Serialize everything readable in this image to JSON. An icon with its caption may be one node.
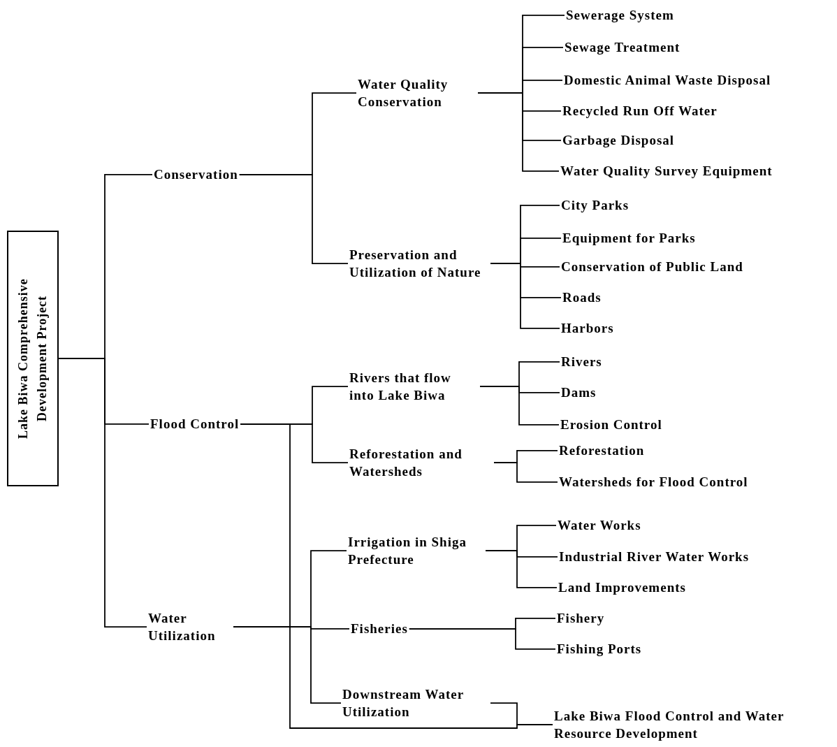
{
  "diagram": {
    "nodes": [
      {
        "text": [
          "Lake Biwa Comprehensive Development Project"
        ]
      },
      {
        "text": [
          "Conservation"
        ]
      },
      {
        "text": [
          "Water Quality Conservation"
        ]
      },
      {
        "text": [
          "Sewerage System"
        ]
      },
      {
        "text": [
          "Sewage Treatment"
        ]
      },
      {
        "text": [
          "Domestic Animal Waste Disposal"
        ]
      },
      {
        "text": [
          "Recycled Run Off Water"
        ]
      },
      {
        "text": [
          "Garbage Disposal"
        ]
      },
      {
        "text": [
          "Water Quality Survey Equipment"
        ]
      },
      {
        "text": [
          "Preservation and Utilization of Nature"
        ]
      },
      {
        "text": [
          "City Parks"
        ]
      },
      {
        "text": [
          "Equipment for Parks"
        ]
      },
      {
        "text": [
          "Conservation of Public Land"
        ]
      },
      {
        "text": [
          "Roads"
        ]
      },
      {
        "text": [
          "Harbors"
        ]
      },
      {
        "text": [
          "Flood Control"
        ]
      },
      {
        "text": [
          "Rivers that flow into Lake Biwa"
        ]
      },
      {
        "text": [
          "Rivers"
        ]
      },
      {
        "text": [
          "Dams"
        ]
      },
      {
        "text": [
          "Erosion Control"
        ]
      },
      {
        "text": [
          "Reforestation and Watersheds"
        ]
      },
      {
        "text": [
          "Reforestation"
        ]
      },
      {
        "text": [
          "Watersheds for Flood Control"
        ]
      },
      {
        "text": [
          "Water Utilization"
        ]
      },
      {
        "text": [
          "Irrigation in Shiga Prefecture"
        ]
      },
      {
        "text": [
          "Water Works"
        ]
      },
      {
        "text": [
          "Industrial River Water Works"
        ]
      },
      {
        "text": [
          "Land Improvements"
        ]
      },
      {
        "text": [
          "Fisheries"
        ]
      },
      {
        "text": [
          "Fishery"
        ]
      },
      {
        "text": [
          "Fishing Ports"
        ]
      },
      {
        "text": [
          "Downstream Water Utilization"
        ]
      },
      {
        "text": [
          "Lake Biwa Flood Control and Water Resource Development"
        ]
      }
    ],
    "edges": [
      {
        "from": 0,
        "to": 1,
        "arrow": "none"
      },
      {
        "from": 0,
        "to": 15,
        "arrow": "none"
      },
      {
        "from": 0,
        "to": 23,
        "arrow": "none"
      },
      {
        "from": 1,
        "to": 2,
        "arrow": "none"
      },
      {
        "from": 1,
        "to": 9,
        "arrow": "none"
      },
      {
        "from": 2,
        "to": 3,
        "arrow": "none"
      },
      {
        "from": 2,
        "to": 4,
        "arrow": "none"
      },
      {
        "from": 2,
        "to": 5,
        "arrow": "none"
      },
      {
        "from": 2,
        "to": 6,
        "arrow": "none"
      },
      {
        "from": 2,
        "to": 7,
        "arrow": "none"
      },
      {
        "from": 2,
        "to": 8,
        "arrow": "none"
      },
      {
        "from": 9,
        "to": 10,
        "arrow": "none"
      },
      {
        "from": 9,
        "to": 11,
        "arrow": "none"
      },
      {
        "from": 9,
        "to": 12,
        "arrow": "none"
      },
      {
        "from": 9,
        "to": 13,
        "arrow": "none"
      },
      {
        "from": 9,
        "to": 14,
        "arrow": "none"
      },
      {
        "from": 15,
        "to": 16,
        "arrow": "none"
      },
      {
        "from": 15,
        "to": 20,
        "arrow": "none"
      },
      {
        "from": 15,
        "to": 32,
        "arrow": "none"
      },
      {
        "from": 16,
        "to": 17,
        "arrow": "none"
      },
      {
        "from": 16,
        "to": 18,
        "arrow": "none"
      },
      {
        "from": 16,
        "to": 19,
        "arrow": "none"
      },
      {
        "from": 20,
        "to": 21,
        "arrow": "none"
      },
      {
        "from": 20,
        "to": 22,
        "arrow": "none"
      },
      {
        "from": 23,
        "to": 24,
        "arrow": "none"
      },
      {
        "from": 23,
        "to": 28,
        "arrow": "none"
      },
      {
        "from": 23,
        "to": 31,
        "arrow": "none"
      },
      {
        "from": 24,
        "to": 25,
        "arrow": "none"
      },
      {
        "from": 24,
        "to": 26,
        "arrow": "none"
      },
      {
        "from": 24,
        "to": 27,
        "arrow": "none"
      },
      {
        "from": 28,
        "to": 29,
        "arrow": "none"
      },
      {
        "from": 28,
        "to": 30,
        "arrow": "none"
      },
      {
        "from": 31,
        "to": 32,
        "arrow": "none"
      }
    ]
  }
}
